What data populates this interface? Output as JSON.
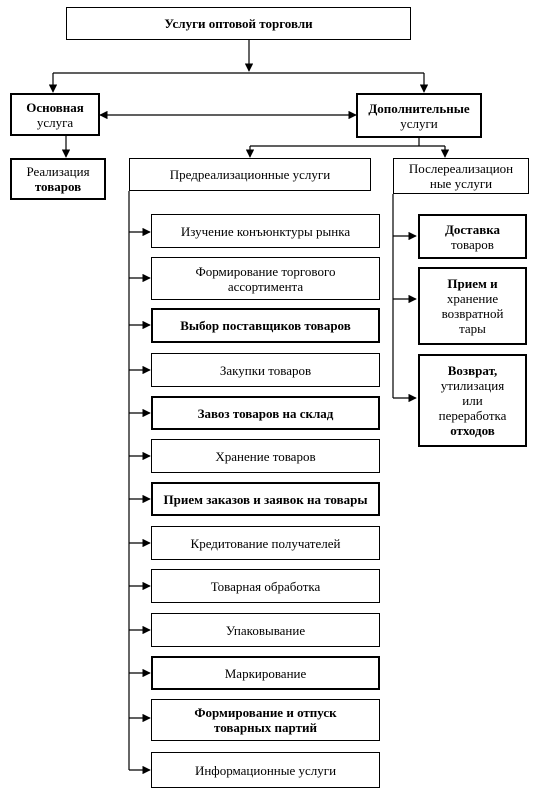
{
  "root": {
    "label": "Услуги оптовой торговли"
  },
  "main_service": {
    "line1": "Основная",
    "line2": "услуга"
  },
  "additional_services": {
    "line1": "Дополнительные",
    "line2": "услуги"
  },
  "sale": {
    "line1": "Реализация",
    "line2": "товаров"
  },
  "pre_sale": {
    "title": "Предреализационные услуги",
    "items": [
      {
        "line1": "Изучение конъюнктуры рынка"
      },
      {
        "line1": "Формирование торгового",
        "line2": "ассортимента"
      },
      {
        "line1": "Выбор поставщиков товаров"
      },
      {
        "line1": "Закупки товаров"
      },
      {
        "line1": "Завоз товаров на склад"
      },
      {
        "line1": "Хранение товаров"
      },
      {
        "line1": "Прием заказов и заявок на товары"
      },
      {
        "line1": "Кредитование получателей"
      },
      {
        "line1": "Товарная обработка"
      },
      {
        "line1": "Упаковывание"
      },
      {
        "line1": "Маркирование"
      },
      {
        "line1": "Формирование и отпуск",
        "line2": "товарных партий"
      },
      {
        "line1": "Информационные услуги"
      }
    ]
  },
  "post_sale": {
    "title_line1": "Послереализацион",
    "title_line2": "ные услуги",
    "items": [
      {
        "lines": [
          "Доставка",
          "товаров"
        ]
      },
      {
        "lines": [
          "Прием и",
          "хранение",
          "возвратной",
          "тары"
        ]
      },
      {
        "lines": [
          "Возврат,",
          "утилизация",
          "или",
          "переработка",
          "отходов"
        ]
      }
    ]
  }
}
